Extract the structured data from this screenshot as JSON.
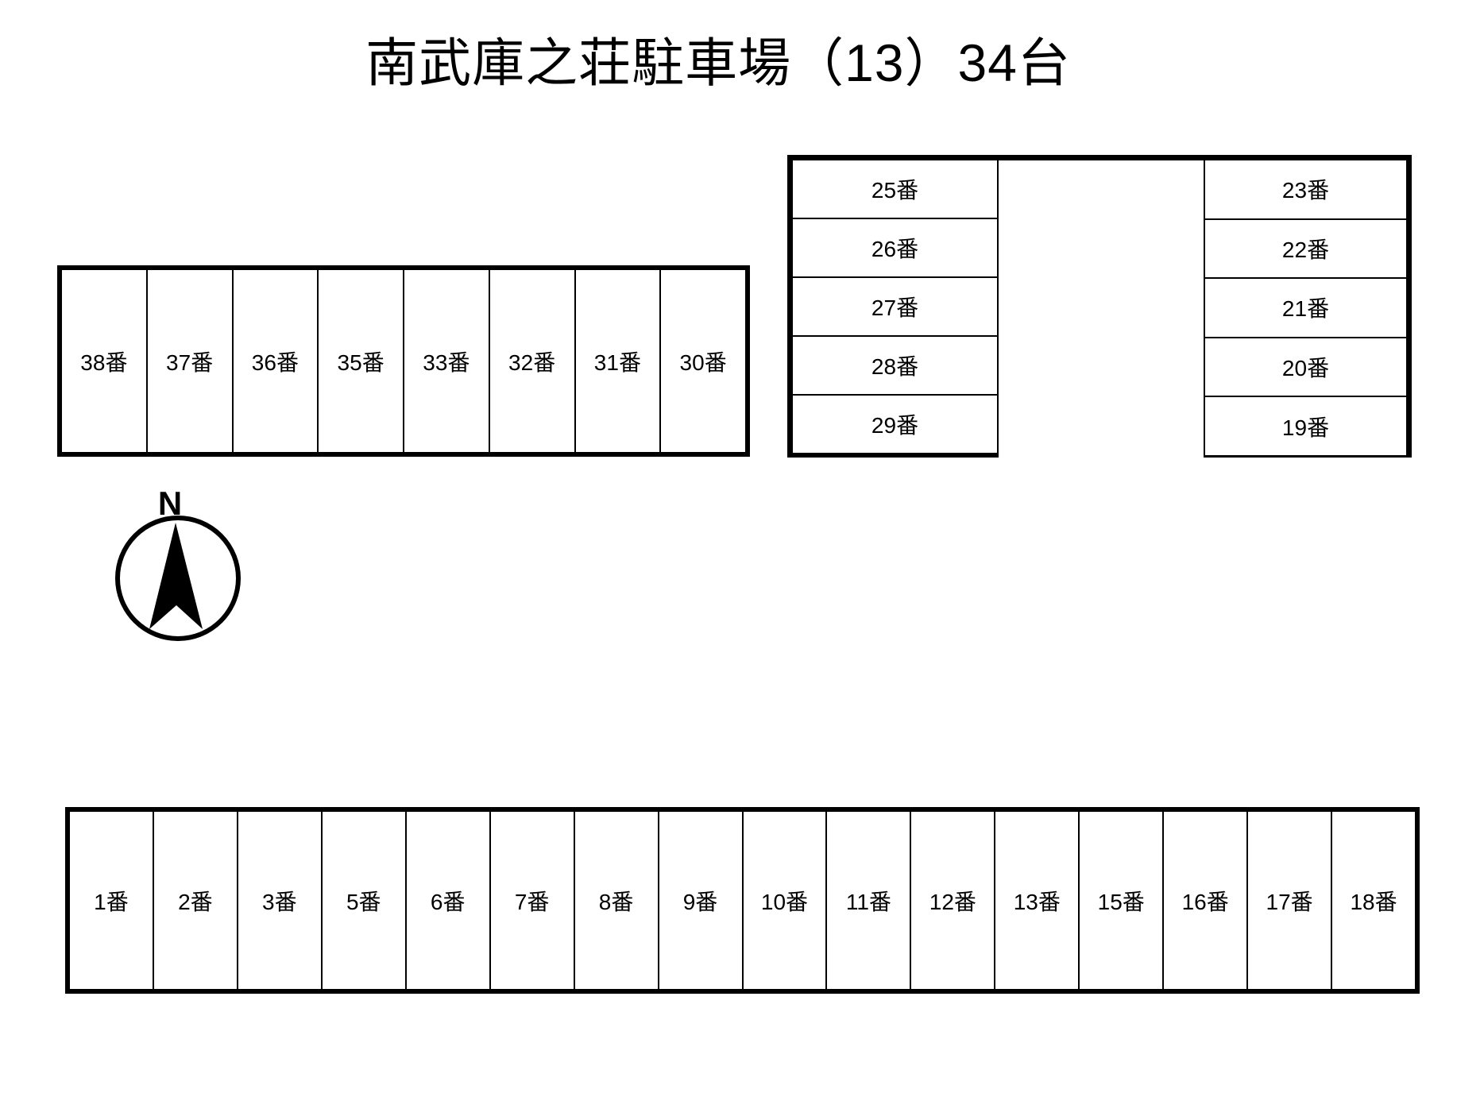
{
  "title": "南武庫之荘駐車場（13）34台",
  "compass": {
    "label": "N"
  },
  "colors": {
    "line": "#000000",
    "background": "#ffffff"
  },
  "blocks": {
    "north_left_column": {
      "spaces": [
        "25番",
        "26番",
        "27番",
        "28番",
        "29番"
      ]
    },
    "north_right_column": {
      "spaces": [
        "23番",
        "22番",
        "21番",
        "20番",
        "19番"
      ]
    },
    "west_row": {
      "spaces": [
        "38番",
        "37番",
        "36番",
        "35番",
        "33番",
        "32番",
        "31番",
        "30番"
      ]
    },
    "south_row": {
      "spaces": [
        "1番",
        "2番",
        "3番",
        "5番",
        "6番",
        "7番",
        "8番",
        "9番",
        "10番",
        "11番",
        "12番",
        "13番",
        "15番",
        "16番",
        "17番",
        "18番"
      ]
    }
  }
}
